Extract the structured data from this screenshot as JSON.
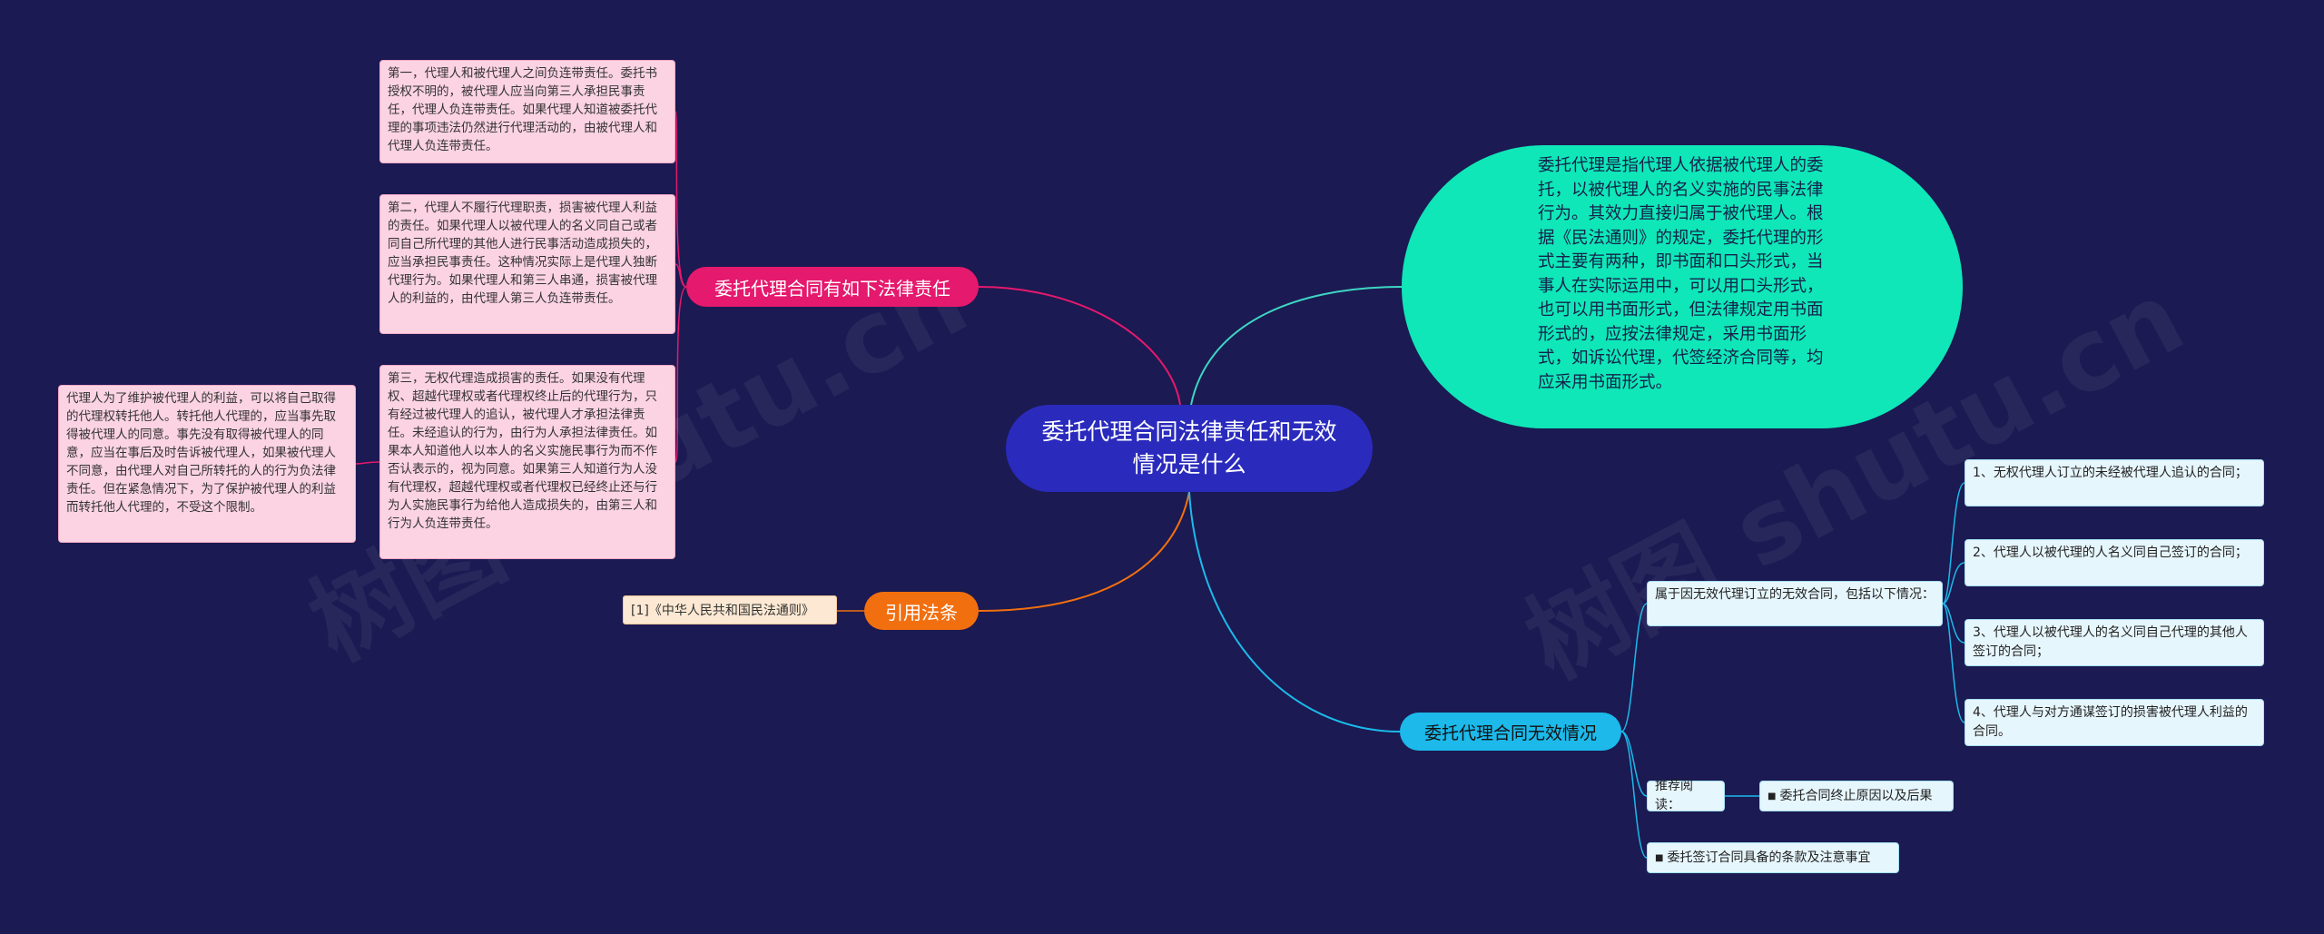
{
  "watermark": "树图 shutu.cn",
  "colors": {
    "background": "#1b1a52",
    "center": "#2a2bbd",
    "pink": "#e5196d",
    "orange": "#f26f0f",
    "cyan": "#1cb9ea",
    "green": "#0fe7b8"
  },
  "center": {
    "label": "委托代理合同法律责任和无效情况是什么"
  },
  "branches": {
    "liability": {
      "label": "委托代理合同有如下法律责任",
      "items": [
        "第一，代理人和被代理人之间负连带责任。委托书授权不明的，被代理人应当向第三人承担民事责任，代理人负连带责任。如果代理人知道被委托代理的事项违法仍然进行代理活动的，由被代理人和代理人负连带责任。",
        "第二，代理人不履行代理职责，损害被代理人利益的责任。如果代理人以被代理人的名义同自己或者同自己所代理的其他人进行民事活动造成损失的，应当承担民事责任。这种情况实际上是代理人独断代理行为。如果代理人和第三人串通，损害被代理人的利益的，由代理人第三人负连带责任。",
        "第三，无权代理造成损害的责任。如果没有代理权、超越代理权或者代理权终止后的代理行为，只有经过被代理人的追认，被代理人才承担法律责任。未经追认的行为，由行为人承担法律责任。如果本人知道他人以本人的名义实施民事行为而不作否认表示的，视为同意。如果第三人知道行为人没有代理权，超越代理权或者代理权已经终止还与行为人实施民事行为给他人造成损失的，由第三人和行为人负连带责任。"
      ],
      "sub_note": "代理人为了维护被代理人的利益，可以将自己取得的代理权转托他人。转托他人代理的，应当事先取得被代理人的同意。事先没有取得被代理人的同意，应当在事后及时告诉被代理人，如果被代理人不同意，由代理人对自己所转托的人的行为负法律责任。但在紧急情况下，为了保护被代理人的利益而转托他人代理的，不受这个限制。"
    },
    "citation": {
      "label": "引用法条",
      "item": "[1]《中华人民共和国民法通则》"
    },
    "definition": {
      "text": "委托代理是指代理人依据被代理人的委托，以被代理人的名义实施的民事法律行为。其效力直接归属于被代理人。根据《民法通则》的规定，委托代理的形式主要有两种，即书面和口头形式，当事人在实际运用中，可以用口头形式，也可以用书面形式，但法律规定用书面形式的，应按法律规定，采用书面形式，如诉讼代理，代签经济合同等，均应采用书面形式。"
    },
    "invalid": {
      "label": "委托代理合同无效情况",
      "intro": "属于因无效代理订立的无效合同，包括以下情况：",
      "cases": [
        "1、无权代理人订立的未经被代理人追认的合同；",
        "2、代理人以被代理的人名义同自己签订的合同；",
        "3、代理人以被代理人的名义同自己代理的其他人签订的合同；",
        "4、代理人与对方通谋签订的损害被代理人利益的合同。"
      ],
      "recommend_label": "推荐阅读：",
      "recommend_items": [
        "委托合同终止原因以及后果"
      ],
      "extra_link": "委托签订合同具备的条款及注意事宜"
    }
  }
}
